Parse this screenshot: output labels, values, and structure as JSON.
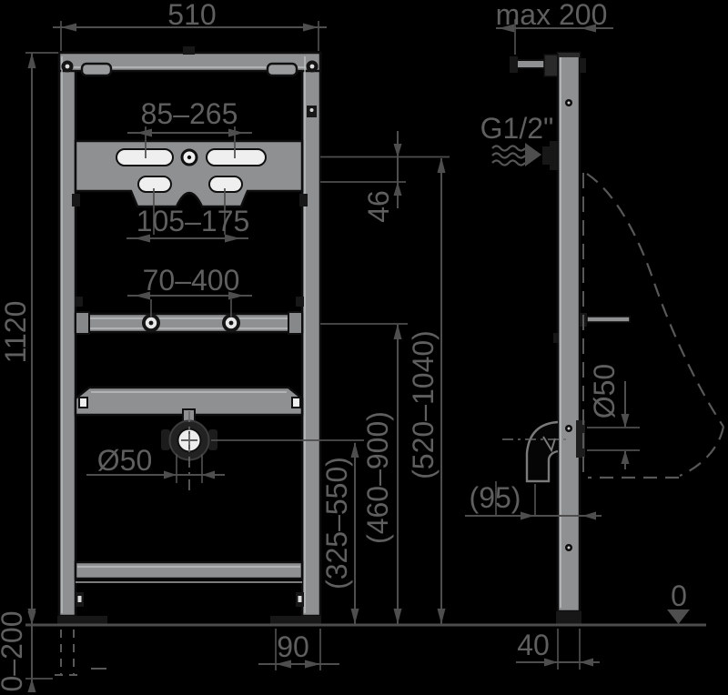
{
  "drawing_type": "urinal mounting frame installation diagram, front and side view",
  "colors": {
    "background": "#000000",
    "metal_fill": "#8e9092",
    "cutout_fill": "#efefef",
    "dimension_line": "#4e4e4e",
    "label_text": "#5f5f5f",
    "dark_hardware": "#171717"
  },
  "front_view": {
    "width": "510",
    "height": "1120",
    "foot_adjust": "0–200",
    "upper_slots": "85–265",
    "lower_slots": "105–175",
    "crossbar": "70–400",
    "drain": "Ø50",
    "foot_offset": "90",
    "slot_gap": "46",
    "range_high": "(520–1040)",
    "range_mid": "(460–900)",
    "range_low": "(325–550)"
  },
  "side_view": {
    "wall_distance": "max 200",
    "water_inlet": "G1/2\"",
    "drain_pipe": "Ø50",
    "drain_offset": "(95)",
    "frame_depth": "40",
    "floor_level": "0"
  }
}
